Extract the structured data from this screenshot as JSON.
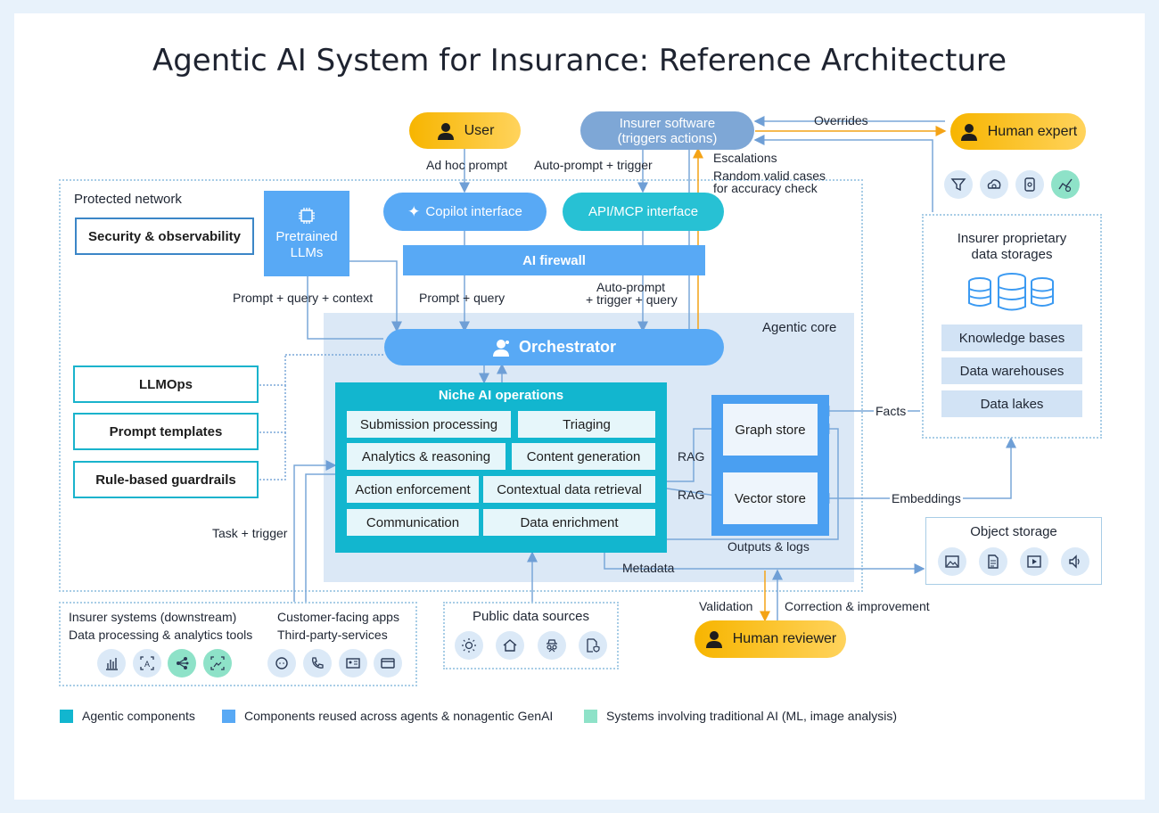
{
  "title": "Agentic AI System for Insurance: Reference Architecture",
  "nodes": {
    "user": "User",
    "insurer_software_line1": "Insurer software",
    "insurer_software_line2": "(triggers actions)",
    "human_expert": "Human expert",
    "human_reviewer": "Human reviewer",
    "copilot": "Copilot interface",
    "api_mcp": "API/MCP interface",
    "pretrained_llms_line1": "Pretrained",
    "pretrained_llms_line2": "LLMs",
    "ai_firewall": "AI firewall",
    "orchestrator": "Orchestrator",
    "security": "Security & observability",
    "llmops": "LLMOps",
    "prompt_templates": "Prompt templates",
    "guardrails": "Rule-based guardrails",
    "niche_title": "Niche AI operations",
    "niche_items": [
      "Submission processing",
      "Triaging",
      "Analytics & reasoning",
      "Content generation",
      "Action enforcement",
      "Contextual data retrieval",
      "Communication",
      "Data enrichment"
    ],
    "graph_store": "Graph store",
    "vector_store": "Vector store",
    "storage_title_line1": "Insurer proprietary",
    "storage_title_line2": "data storages",
    "storage_items": [
      "Knowledge bases",
      "Data warehouses",
      "Data lakes"
    ],
    "object_storage": "Object storage",
    "public_data": "Public data sources",
    "insurer_systems_line1": "Insurer systems (downstream)",
    "insurer_systems_line2": "Data processing & analytics tools",
    "customer_apps_line1": "Customer-facing apps",
    "customer_apps_line2": "Third-party-services"
  },
  "regions": {
    "protected_network": "Protected network",
    "agentic_core": "Agentic core"
  },
  "edges": {
    "ad_hoc_prompt": "Ad hoc prompt",
    "auto_prompt_trigger": "Auto-prompt + trigger",
    "overrides": "Overrides",
    "escalations": "Escalations",
    "random_cases_line1": "Random valid cases",
    "random_cases_line2": "for accuracy check",
    "prompt_query_context": "Prompt + query + context",
    "prompt_query": "Prompt + query",
    "auto_prompt_query_line1": "Auto-prompt",
    "auto_prompt_query_line2": "+ trigger + query",
    "rag1": "RAG",
    "rag2": "RAG",
    "facts": "Facts",
    "embeddings": "Embeddings",
    "outputs_logs": "Outputs & logs",
    "metadata": "Metadata",
    "task_trigger": "Task + trigger",
    "validation": "Validation",
    "correction": "Correction & improvement"
  },
  "legend": [
    {
      "label": "Agentic components",
      "color": "#12b6cf"
    },
    {
      "label": "Components reused across agents & nonagentic GenAI",
      "color": "#58a9f5"
    },
    {
      "label": "Systems involving traditional AI (ML, image analysis)",
      "color": "#8ee2c8"
    }
  ],
  "icons": {
    "expert_tools": [
      "filter-icon",
      "cloud-gear-icon",
      "document-search-icon",
      "chart-settings-icon"
    ],
    "insurer_systems": [
      "bar-chart-icon",
      "text-recognition-icon",
      "network-icon",
      "image-analysis-icon"
    ],
    "customer_apps": [
      "chat-icon",
      "phone-icon",
      "id-card-icon",
      "credit-card-icon"
    ],
    "public_data": [
      "sun-icon",
      "house-icon",
      "spy-icon",
      "document-shield-icon"
    ],
    "object_storage": [
      "image-icon",
      "document-icon",
      "video-icon",
      "audio-icon"
    ]
  }
}
